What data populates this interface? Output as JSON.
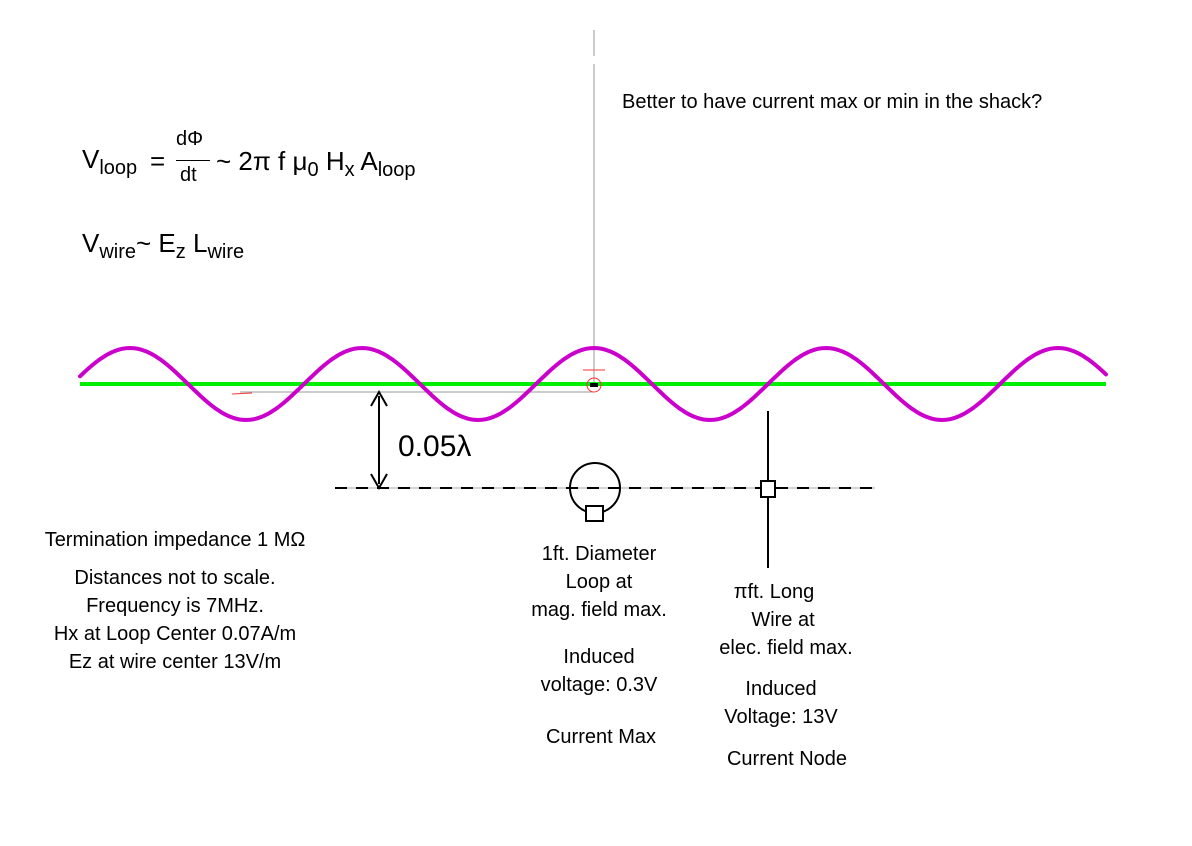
{
  "question": "Better to have current max or min in the shack?",
  "equations": {
    "v_loop": {
      "V": "V",
      "sub": "loop",
      "eq": "=",
      "num": "dΦ",
      "den": "dt",
      "rhs1": "~ 2π f μ",
      "mu_sub": "0",
      "H": " H",
      "H_sub": "x",
      "A": " A",
      "A_sub": "loop"
    },
    "v_wire": {
      "V": "V",
      "sub": "wire",
      "tilde": "~ E",
      "E_sub": "z",
      "L": " L",
      "L_sub": "wire"
    }
  },
  "distance_label": "0.05λ",
  "notes": [
    "Termination impedance 1 MΩ",
    "Distances not to scale.",
    "Frequency is 7MHz.",
    "Hx at Loop Center 0.07A/m",
    "Ez at wire center 13V/m"
  ],
  "loop": {
    "lines": [
      "1ft. Diameter",
      "Loop at",
      "mag. field max."
    ],
    "induced": [
      "Induced",
      "voltage: 0.3V"
    ],
    "current": "Current Max"
  },
  "wire": {
    "lines": [
      "πft. Long",
      "Wire at",
      "elec. field max."
    ],
    "induced": [
      "Induced",
      "Voltage: 13V"
    ],
    "current": "Current Node"
  },
  "colors": {
    "wave": "#cc00cc",
    "ground": "#00ee00",
    "marker": "#ff3333"
  }
}
